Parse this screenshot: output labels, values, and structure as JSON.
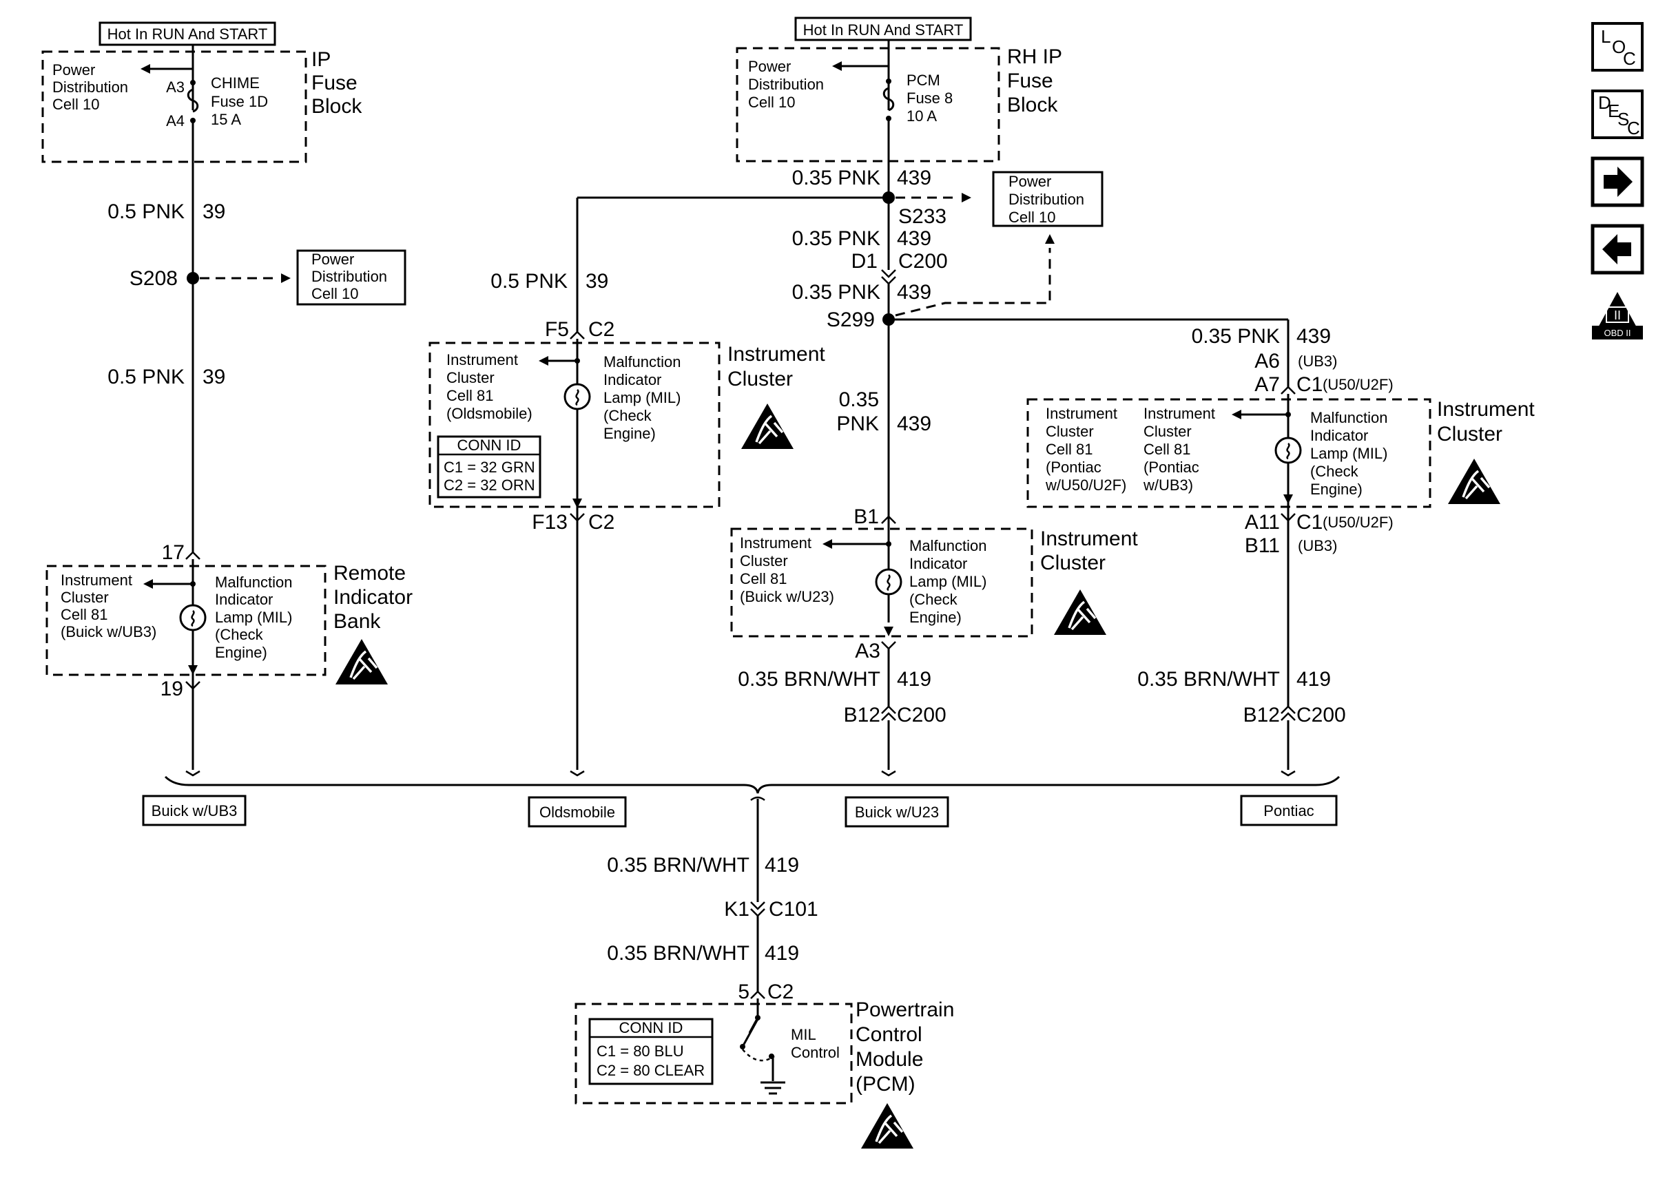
{
  "hot_labels": {
    "left": "Hot In RUN And START",
    "right": "Hot In RUN And START"
  },
  "ip_fuse_block": {
    "title": [
      "IP",
      "Fuse",
      "Block"
    ],
    "pd_ref": [
      "Power",
      "Distribution",
      "Cell 10"
    ],
    "pins": [
      "A3",
      "A4"
    ],
    "fuse": [
      "CHIME",
      "Fuse 1D",
      "15 A"
    ]
  },
  "rh_ip_fuse_block": {
    "title": [
      "RH IP",
      "Fuse",
      "Block"
    ],
    "pd_ref": [
      "Power",
      "Distribution",
      "Cell 10"
    ],
    "fuse": [
      "PCM",
      "Fuse 8",
      "10 A"
    ]
  },
  "left_circuit": {
    "wire1": "0.5 PNK",
    "circuit1": "39",
    "splice": "S208",
    "pd_box": [
      "Power",
      "Distribution",
      "Cell 10"
    ],
    "wire2": "0.5 PNK",
    "circuit2": "39",
    "pin_top": "17",
    "pin_bottom": "19",
    "component_ref": [
      "Instrument",
      "Cluster",
      "Cell 81",
      "(Buick w/UB3)"
    ],
    "component_desc": [
      "Malfunction",
      "Indicator",
      "Lamp (MIL)",
      "(Check",
      "Engine)"
    ],
    "component_title": [
      "Remote",
      "Indicator",
      "Bank"
    ]
  },
  "center_circuit": {
    "wire_top": "0.35 PNK",
    "circuit_top": "439",
    "splice_top": "S233",
    "pd_box": [
      "Power",
      "Distribution",
      "Cell 10"
    ],
    "wire_2": "0.35 PNK",
    "circuit_2": "439",
    "pin_d1": "D1",
    "conn_c200": "C200",
    "wire_3": "0.35 PNK",
    "circuit_3": "439",
    "splice_s299": "S299",
    "wire_4a": "0.35",
    "wire_4b": "PNK",
    "circuit_4": "439",
    "pin_b1": "B1",
    "pin_a3": "A3",
    "component_ref": [
      "Instrument",
      "Cluster",
      "Cell 81",
      "(Buick w/U23)"
    ],
    "component_desc": [
      "Malfunction",
      "Indicator",
      "Lamp (MIL)",
      "(Check",
      "Engine)"
    ],
    "component_title": [
      "Instrument",
      "Cluster"
    ],
    "wire_out": "0.35 BRN/WHT",
    "circuit_out": "419",
    "pin_b12": "B12",
    "conn_out": "C200"
  },
  "olds_circuit": {
    "wire": "0.5 PNK",
    "circuit": "39",
    "pin_f5": "F5",
    "conn_top": "C2",
    "pin_f13": "F13",
    "conn_bottom": "C2",
    "component_ref": [
      "Instrument",
      "Cluster",
      "Cell 81",
      "(Oldsmobile)"
    ],
    "component_desc": [
      "Malfunction",
      "Indicator",
      "Lamp (MIL)",
      "(Check",
      "Engine)"
    ],
    "conn_id": {
      "title": "CONN ID",
      "lines": [
        "C1 = 32 GRN",
        "C2 = 32 ORN"
      ]
    },
    "component_title": [
      "Instrument",
      "Cluster"
    ]
  },
  "pontiac_circuit": {
    "wire": "0.35 PNK",
    "circuit": "439",
    "pin_a6": "A6",
    "note_a6": "(UB3)",
    "pin_a7": "A7",
    "conn_c1": "C1",
    "note_c1": "(U50/U2F)",
    "pin_a11": "A11",
    "conn_c1b": "C1",
    "note_c1b": "(U50/U2F)",
    "pin_b11": "B11",
    "note_b11": "(UB3)",
    "ref1": [
      "Instrument",
      "Cluster",
      "Cell 81",
      "(Pontiac",
      "w/U50/U2F)"
    ],
    "ref2": [
      "Instrument",
      "Cluster",
      "Cell 81",
      "(Pontiac",
      "w/UB3)"
    ],
    "component_desc": [
      "Malfunction",
      "Indicator",
      "Lamp (MIL)",
      "(Check",
      "Engine)"
    ],
    "component_title": [
      "Instrument",
      "Cluster"
    ],
    "wire_out": "0.35 BRN/WHT",
    "circuit_out": "419",
    "pin_b12": "B12",
    "conn_out": "C200"
  },
  "bottom_labels": [
    "Buick w/UB3",
    "Oldsmobile",
    "Buick w/U23",
    "Pontiac"
  ],
  "pcm": {
    "wire1": "0.35 BRN/WHT",
    "circuit1": "419",
    "pin_k1": "K1",
    "conn_c101": "C101",
    "wire2": "0.35 BRN/WHT",
    "circuit2": "419",
    "pin_5": "5",
    "conn_c2": "C2",
    "conn_id": {
      "title": "CONN ID",
      "lines": [
        "C1 = 80 BLU",
        "C2 = 80 CLEAR"
      ]
    },
    "control": [
      "MIL",
      "Control"
    ],
    "title": [
      "Powertrain",
      "Control",
      "Module",
      "(PCM)"
    ]
  },
  "sidebar": {
    "loc": [
      "L",
      "O",
      "C"
    ],
    "desc": [
      "D",
      "E",
      "S",
      "C"
    ],
    "obd": {
      "numeral": "II",
      "label": "OBD II"
    }
  }
}
